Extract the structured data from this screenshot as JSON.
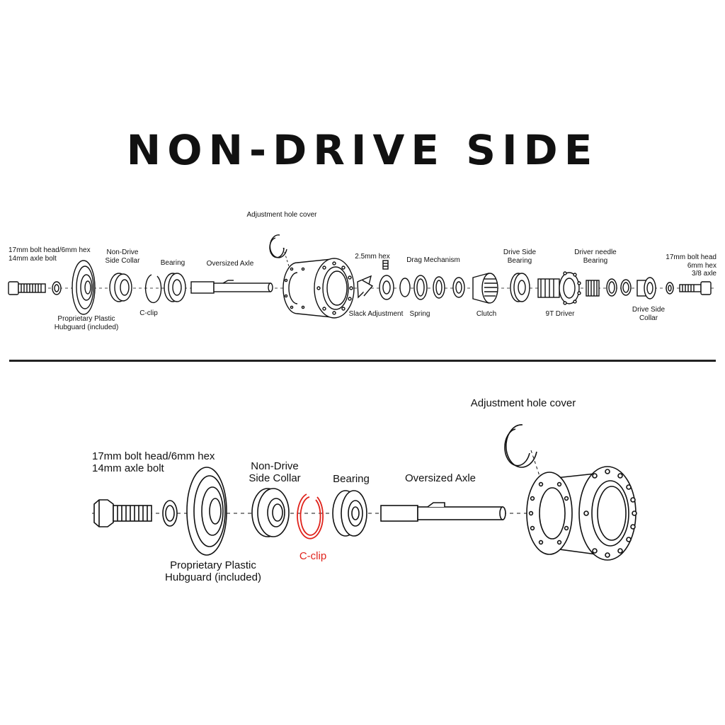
{
  "title": "NON-DRIVE SIDE",
  "colors": {
    "ink": "#111111",
    "highlight": "#e0231c"
  },
  "top_diagram": {
    "labels": {
      "bolt_left_line1": "17mm bolt head/6mm hex",
      "bolt_left_line2": "14mm axle bolt",
      "hubguard_line1": "Proprietary Plastic",
      "hubguard_line2": "Hubguard (included)",
      "collar_line1": "Non-Drive",
      "collar_line2": "Side Collar",
      "cclip": "C-clip",
      "bearing": "Bearing",
      "axle": "Oversized Axle",
      "adjustment_cover": "Adjustment hole cover",
      "hex": "2.5mm hex",
      "slack": "Slack Adjustment",
      "drag": "Drag Mechanism",
      "spring": "Spring",
      "clutch": "Clutch",
      "drive_bearing_line1": "Drive Side",
      "drive_bearing_line2": "Bearing",
      "needle_line1": "Driver needle",
      "needle_line2": "Bearing",
      "driver": "9T Driver",
      "drive_collar_line1": "Drive Side",
      "drive_collar_line2": "Collar",
      "bolt_right_line1": "17mm bolt head",
      "bolt_right_line2": "6mm hex",
      "bolt_right_line3": "3/8 axle"
    }
  },
  "bottom_diagram": {
    "labels": {
      "bolt_line1": "17mm bolt head/6mm hex",
      "bolt_line2": "14mm axle bolt",
      "collar_line1": "Non-Drive",
      "collar_line2": "Side Collar",
      "bearing": "Bearing",
      "axle": "Oversized Axle",
      "adjustment_cover": "Adjustment hole cover",
      "hubguard_line1": "Proprietary Plastic",
      "hubguard_line2": "Hubguard (included)",
      "cclip": "C-clip"
    }
  }
}
